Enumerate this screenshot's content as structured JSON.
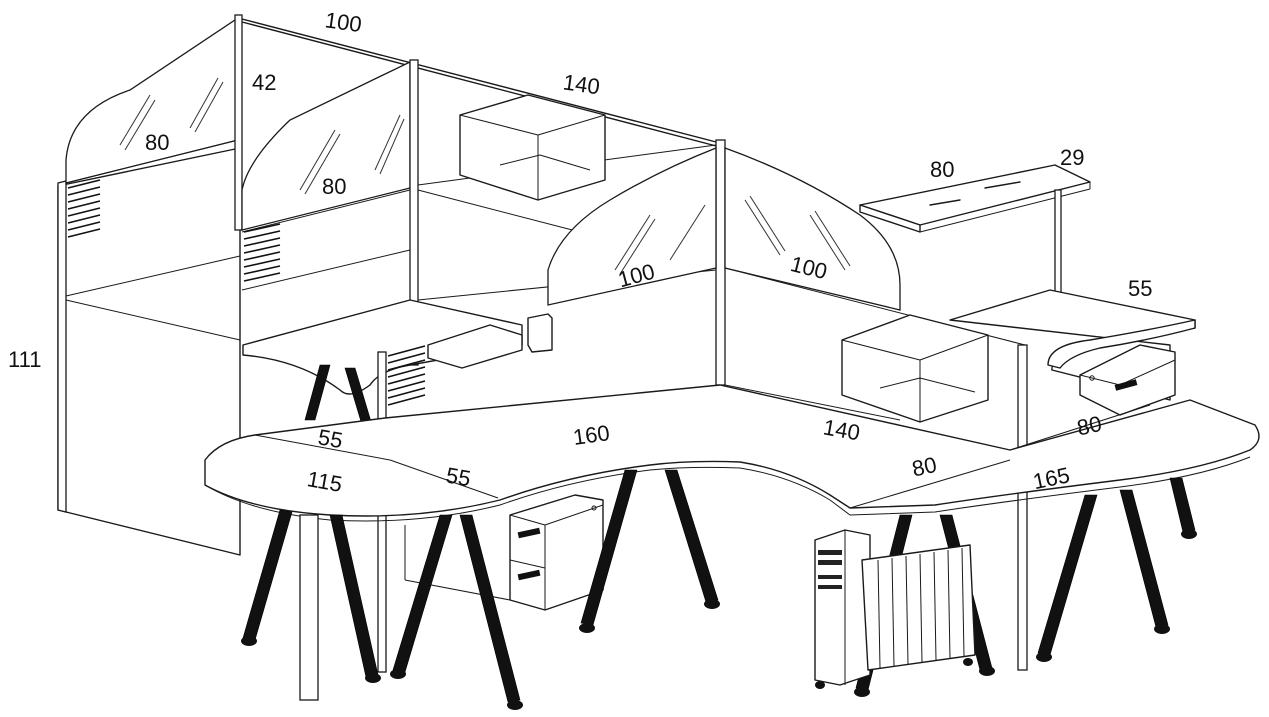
{
  "dimensions": {
    "panel_top_width": "100",
    "panel_height_upper": "42",
    "glass_left_width": "80",
    "glass_second_width": "80",
    "panel_back_width": "140",
    "glass_center_left": "100",
    "glass_center_right": "100",
    "shelf_width": "80",
    "shelf_depth": "29",
    "right_return_depth": "55",
    "total_height": "111",
    "left_return_depth": "55",
    "main_desk_width": "160",
    "right_desk_width": "140",
    "left_curve_width": "115",
    "left_inner_depth": "55",
    "right_front_depth": "80",
    "right_front_depth_2": "80",
    "right_curve_width": "165"
  }
}
